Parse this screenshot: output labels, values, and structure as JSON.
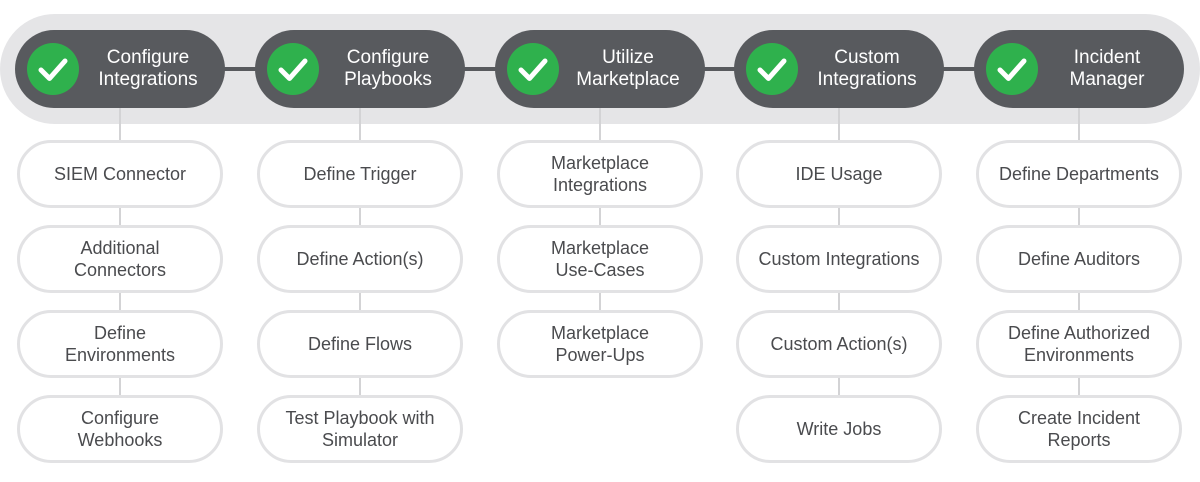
{
  "columns": [
    {
      "header": "Configure\nIntegrations",
      "items": [
        "SIEM Connector",
        "Additional\nConnectors",
        "Define\nEnvironments",
        "Configure\nWebhooks"
      ]
    },
    {
      "header": "Configure\nPlaybooks",
      "items": [
        "Define Trigger",
        "Define Action(s)",
        "Define Flows",
        "Test Playbook with\nSimulator"
      ]
    },
    {
      "header": "Utilize\nMarketplace",
      "items": [
        "Marketplace\nIntegrations",
        "Marketplace\nUse-Cases",
        "Marketplace\nPower-Ups"
      ]
    },
    {
      "header": "Custom\nIntegrations",
      "items": [
        "IDE Usage",
        "Custom Integrations",
        "Custom Action(s)",
        "Write Jobs"
      ]
    },
    {
      "header": "Incident\nManager",
      "items": [
        "Define Departments",
        "Define Auditors",
        "Define Authorized\nEnvironments",
        "Create Incident\nReports"
      ]
    }
  ],
  "colors": {
    "band": "#e5e5e7",
    "header": "#585a5e",
    "check": "#2fb14d",
    "box_border": "#e2e2e4",
    "box_text": "#4a4b4e"
  },
  "icon": "check-icon"
}
